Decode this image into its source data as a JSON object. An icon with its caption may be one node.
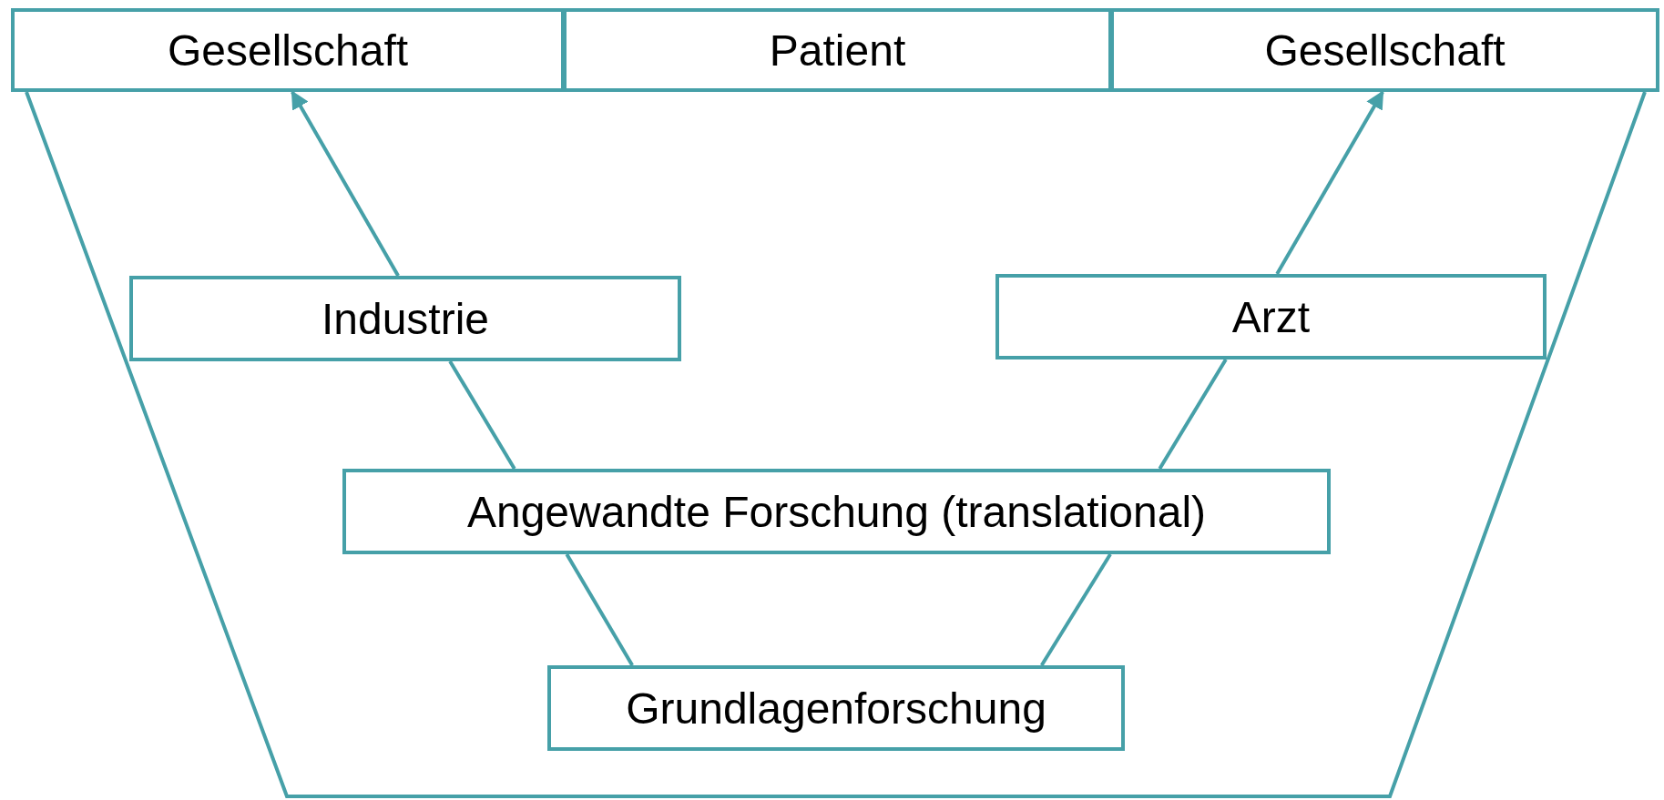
{
  "diagram": {
    "nodes": [
      {
        "text": [
          "Gesellschaft"
        ]
      },
      {
        "text": [
          "Patient"
        ]
      },
      {
        "text": [
          "Gesellschaft"
        ]
      },
      {
        "text": [
          "Industrie"
        ]
      },
      {
        "text": [
          "Arzt"
        ]
      },
      {
        "text": [
          "Angewandte Forschung (translational)"
        ]
      },
      {
        "text": [
          "Grundlagenforschung"
        ]
      }
    ],
    "edges": [
      {
        "from": 3,
        "to": 0,
        "arrow": "to"
      },
      {
        "from": 4,
        "to": 2,
        "arrow": "to"
      },
      {
        "from": 5,
        "to": 3,
        "arrow": "none"
      },
      {
        "from": 5,
        "to": 4,
        "arrow": "none"
      },
      {
        "from": 6,
        "to": 5,
        "arrow": "none"
      },
      {
        "from": 6,
        "to": 5,
        "arrow": "none"
      }
    ]
  }
}
